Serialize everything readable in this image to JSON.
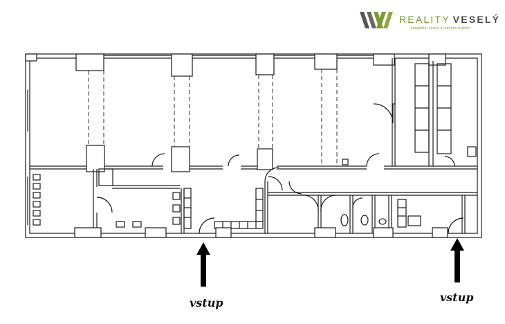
{
  "logo": {
    "brand_first": "REALITY",
    "brand_second": "VESELÝ",
    "tagline": "kompletní servis k lepšímu bydlení",
    "colors": {
      "green": "#7a9a2e",
      "gray": "#4a4a4a"
    }
  },
  "entrances": [
    {
      "label": "vstup"
    },
    {
      "label": "vstup"
    }
  ],
  "colors": {
    "wall": "#1a1a1a",
    "line": "#333333",
    "background": "#ffffff"
  }
}
